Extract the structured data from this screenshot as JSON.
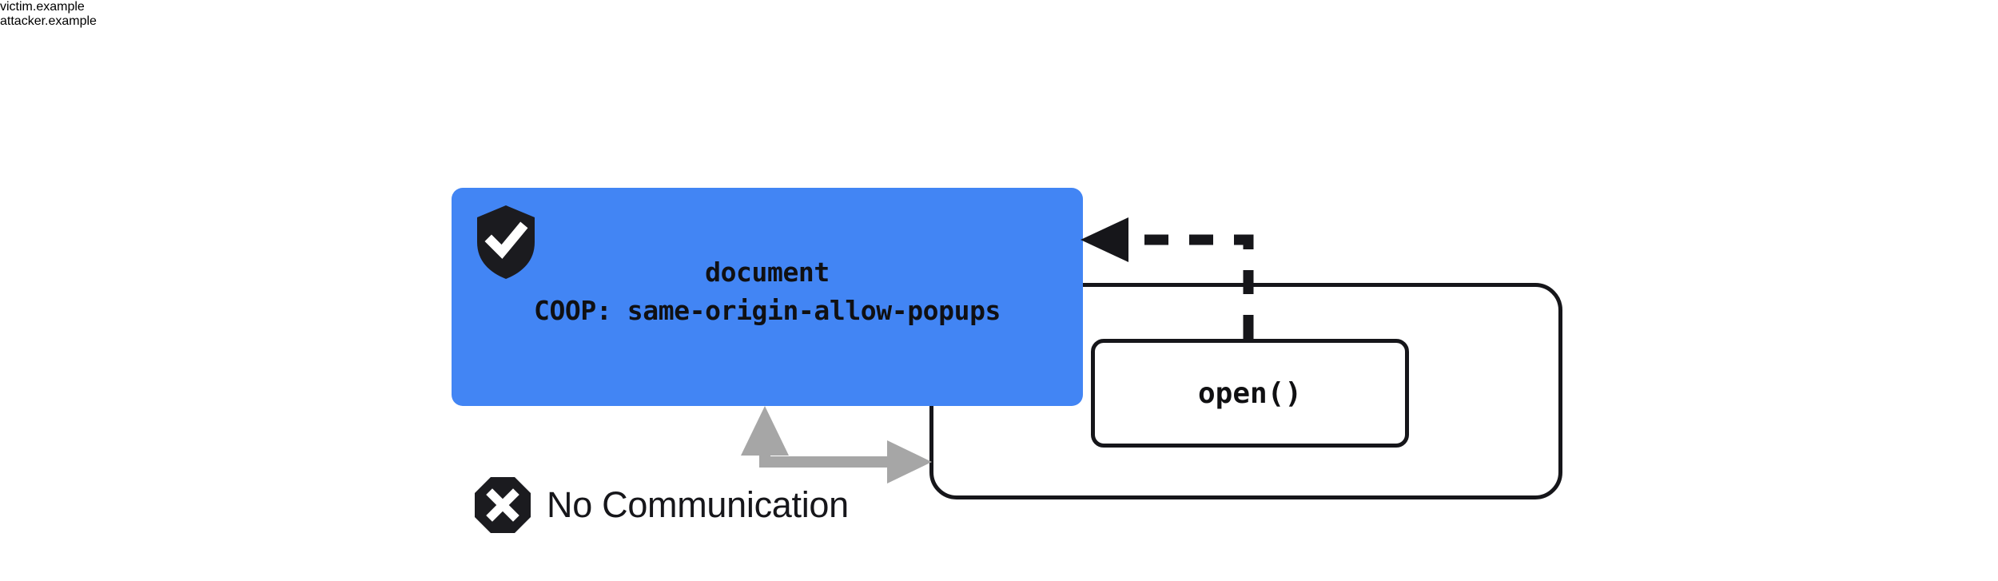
{
  "diagram": {
    "title": "COOP same-origin-allow-popups isolation",
    "colors": {
      "accent_blue": "#4285f4",
      "ink": "#16161a",
      "gray_arrow": "#a6a6a6",
      "page_background": "#ffffff"
    },
    "victim": {
      "origin_label": "victim.example",
      "shield_icon_name": "shield-check-icon",
      "document_label": "document",
      "coop_header": "COOP: same-origin-allow-popups"
    },
    "attacker": {
      "origin_label": "attacker.example",
      "popup_call_label": "open()"
    },
    "relations": {
      "no_communication_label": "No Communication",
      "blocked_icon_name": "octagon-x-icon",
      "opener_arrow_style": "dashed",
      "opener_arrow_direction": "right-to-left",
      "communication_arrow_style": "solid-gray-bidirectional"
    }
  }
}
